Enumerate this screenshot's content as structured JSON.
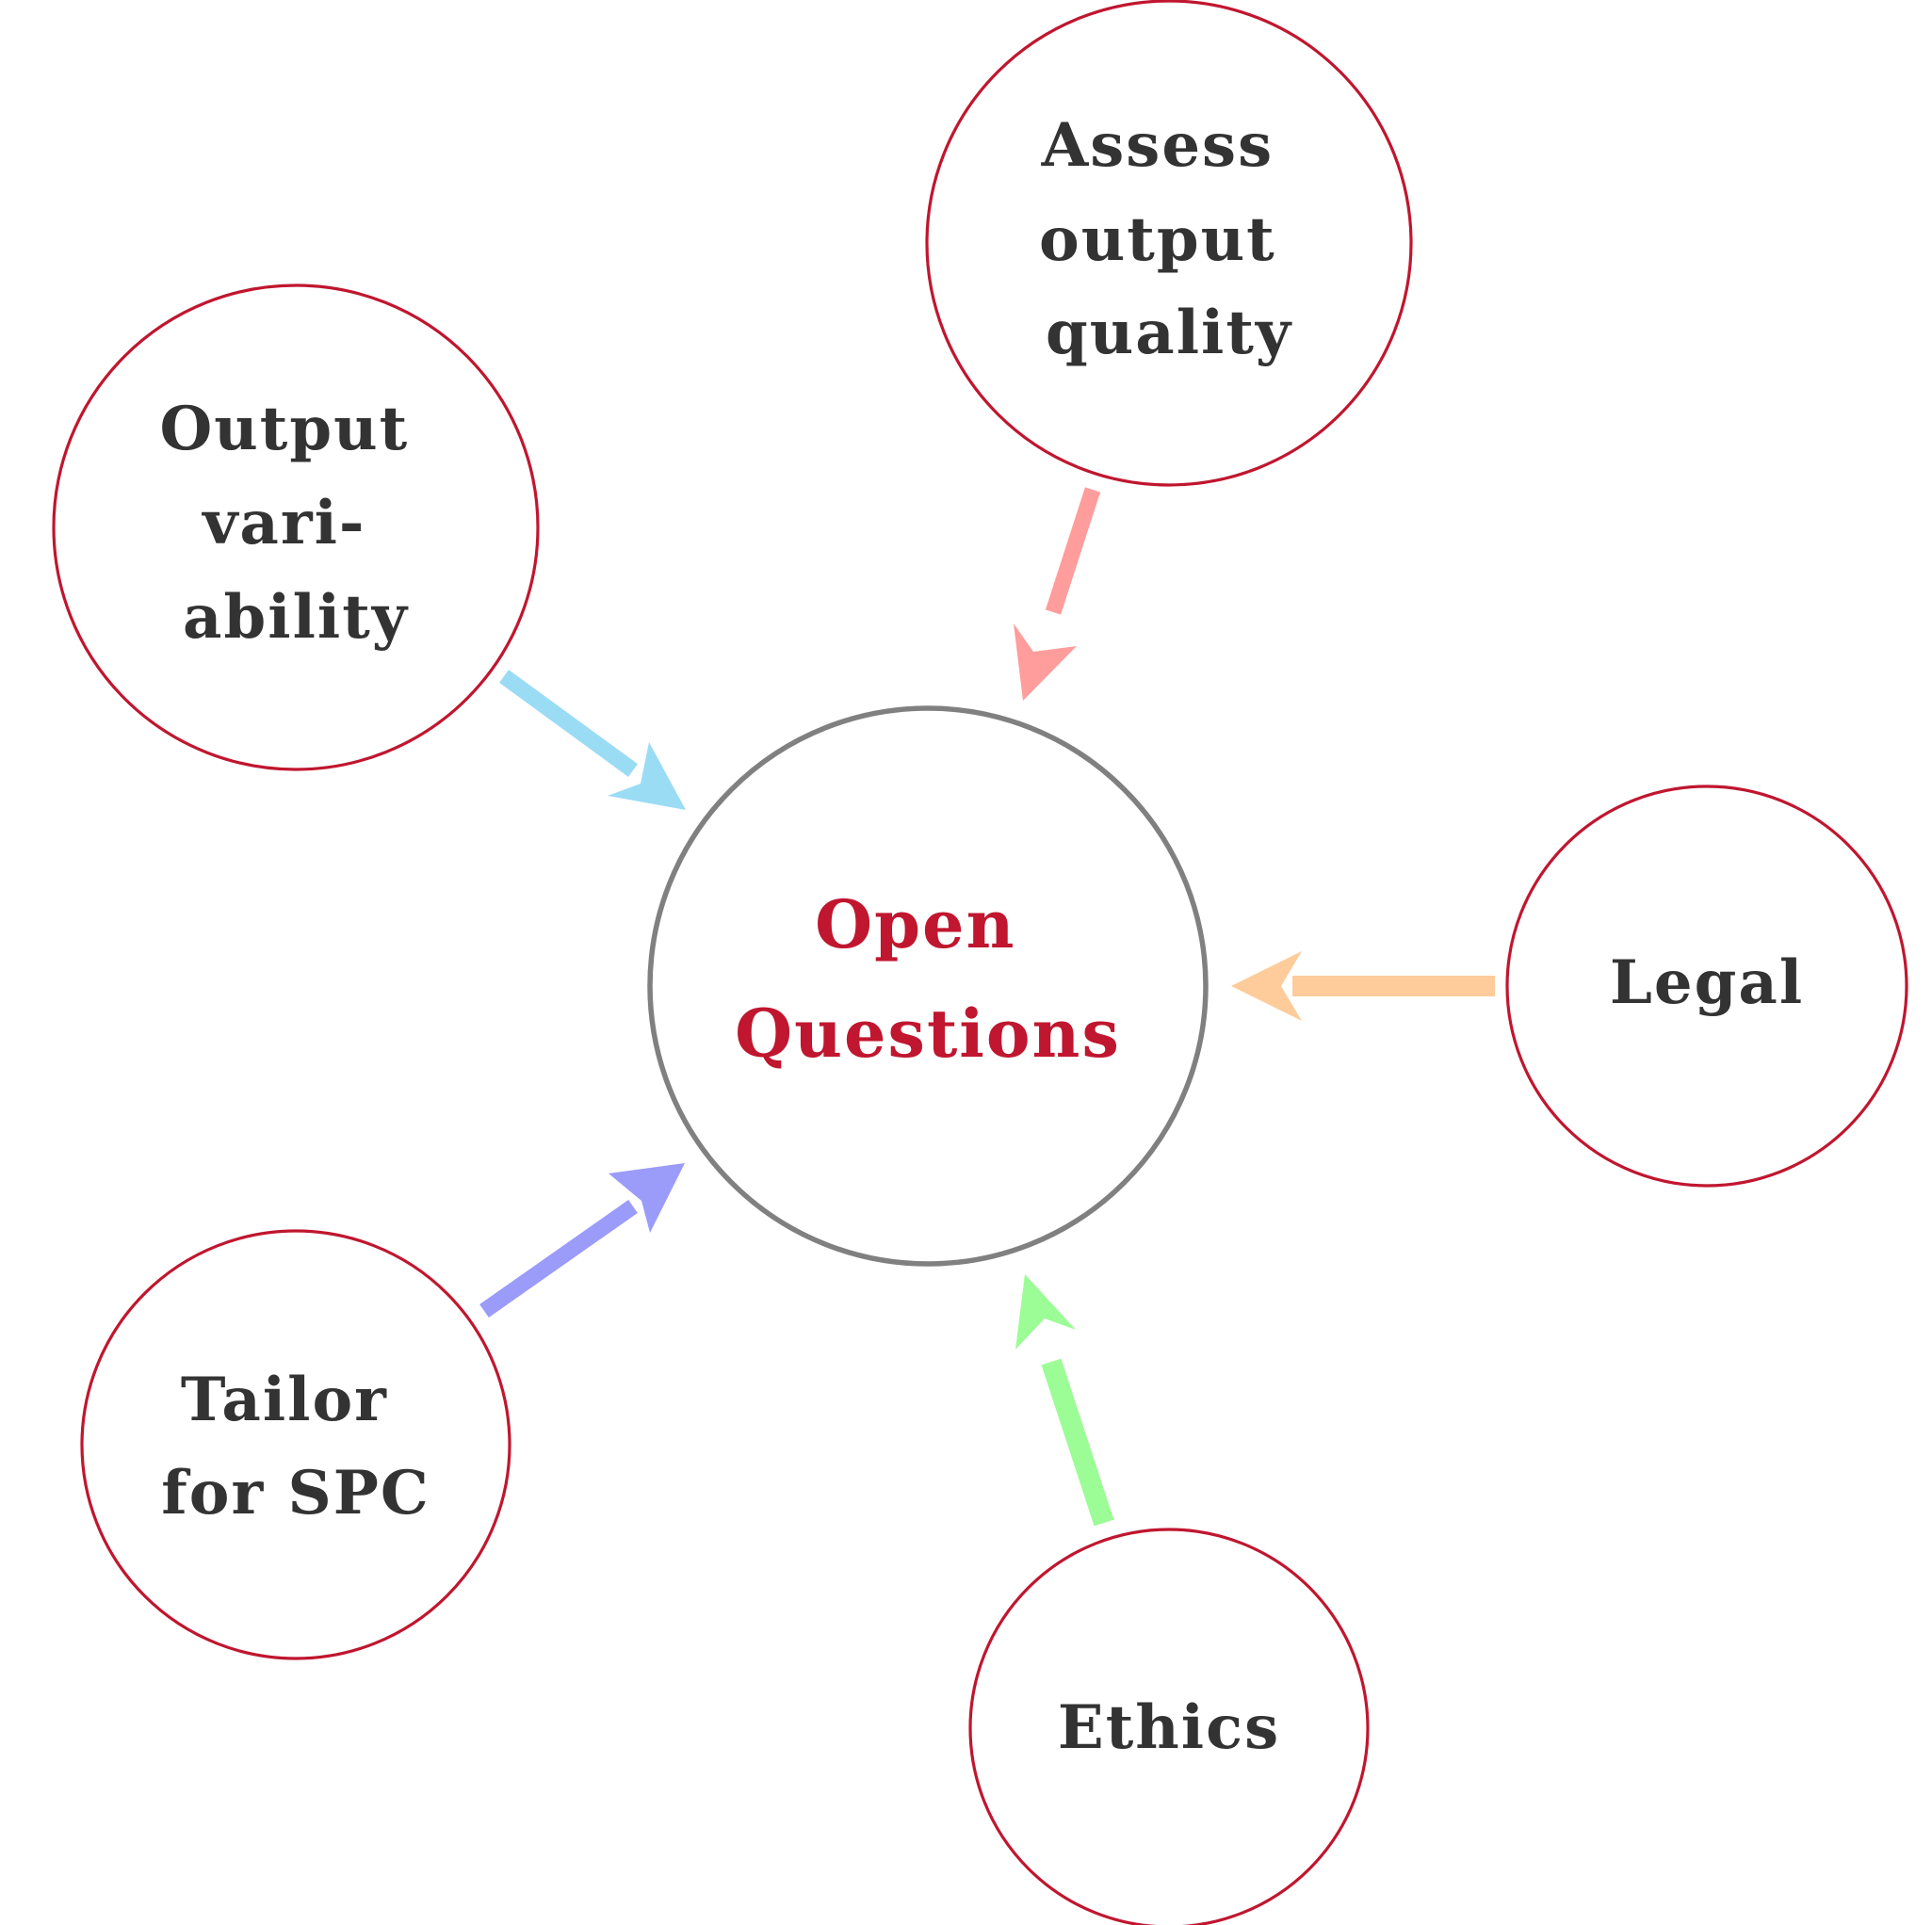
{
  "center": {
    "lines": [
      "Open",
      "Questions"
    ],
    "color": "#c0162f"
  },
  "nodes": [
    {
      "id": "assess-output-quality",
      "lines": [
        "Assess",
        "output",
        "quality"
      ],
      "arrow_color": "#ff9c9c"
    },
    {
      "id": "output-variability",
      "lines": [
        "Output",
        "vari-",
        "ability"
      ],
      "arrow_color": "#9bdcf5"
    },
    {
      "id": "legal",
      "lines": [
        "Legal"
      ],
      "arrow_color": "#fdcc9a"
    },
    {
      "id": "tailor-for-spc",
      "lines": [
        "Tailor",
        "for SPC"
      ],
      "arrow_color": "#9b9bfa"
    },
    {
      "id": "ethics",
      "lines": [
        "Ethics"
      ],
      "arrow_color": "#9cfc96"
    }
  ],
  "colors": {
    "node_border": "#c0162f",
    "center_border": "#808080",
    "node_text": "#333333"
  }
}
